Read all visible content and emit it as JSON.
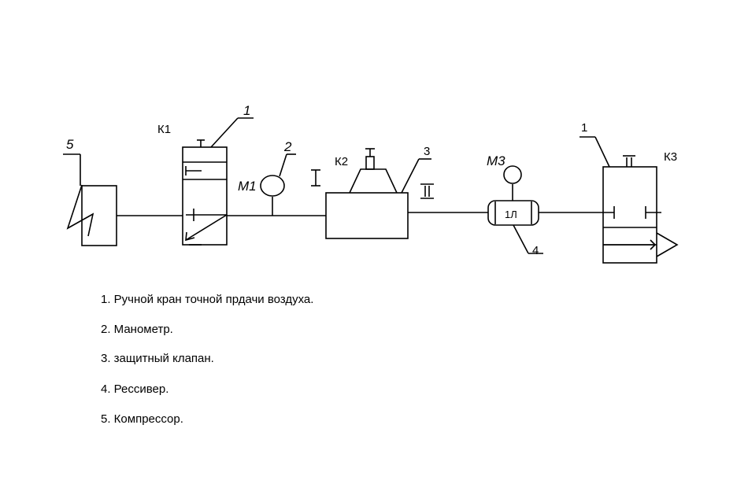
{
  "labels": {
    "callout_1_left": "1",
    "callout_1_right": "1",
    "callout_2": "2",
    "callout_3": "3",
    "callout_4": "4",
    "callout_5": "5",
    "k1": "К1",
    "k2": "К2",
    "k3": "К3",
    "m1": "М1",
    "m3": "М3",
    "receiver_tag": "1Л",
    "roman_1": "I",
    "roman_2": "II"
  },
  "legend": [
    "1. Ручной кран точной прдачи воздуха.",
    "2. Манометр.",
    "3. защитный клапан.",
    "4. Рессивер.",
    "5. Компрессор."
  ]
}
